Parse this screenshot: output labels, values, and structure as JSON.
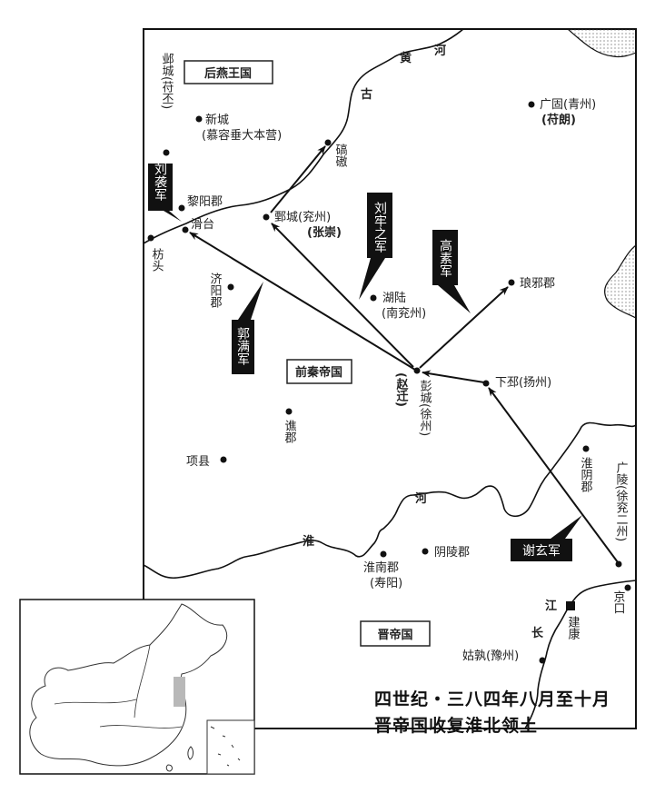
{
  "title": {
    "line1": "四世纪・三八四年八月至十月",
    "line2": "晋帝国收复淮北领土"
  },
  "states": {
    "later_yan": "后燕王国",
    "former_qin": "前秦帝国",
    "jin": "晋帝国"
  },
  "armies": {
    "liu_xi": "刘袭军",
    "liu_laozhi": "刘牢之军",
    "gao_su": "高素军",
    "guo_man": "郭满军",
    "xie_xuan": "谢玄军"
  },
  "rivers": {
    "yellow_1": "黄",
    "yellow_2": "河",
    "old": "古",
    "huai_1": "淮",
    "huai_2": "河",
    "yangtze_1": "江",
    "yangtze_2": "长"
  },
  "places": {
    "yecheng": "邺城(苻丕)",
    "xincheng": "新城",
    "xincheng_note": "(慕容垂大本营)",
    "liyang": "黎阳郡",
    "huatai": "滑台",
    "fangtou": "枋头",
    "juancheng": "鄄城(兖州)",
    "juancheng_note": "(张崇)",
    "qiaoao": "碻磝",
    "guanggu": "广固(青州)",
    "guanggu_note": "(苻朗)",
    "hulu": "湖陆",
    "hulu_note": "(南兖州)",
    "langya": "琅邪郡",
    "jiyang": "济阳郡",
    "pengcheng": "彭城(徐州)",
    "pengcheng_note": "(赵迁)",
    "xiapi": "下邳(扬州)",
    "qiao": "谯郡",
    "xiangxian": "项县",
    "huaiyin": "淮阴郡",
    "guangling": "广陵(徐兖二州)",
    "huainan": "淮南郡",
    "huainan_note": "(寿阳)",
    "yinling": "阴陵郡",
    "jingkou": "京口",
    "jiankang": "建康",
    "gushu": "姑孰(豫州)"
  },
  "colors": {
    "ink": "#111111",
    "inset_highlight": "#b8b8b8"
  }
}
